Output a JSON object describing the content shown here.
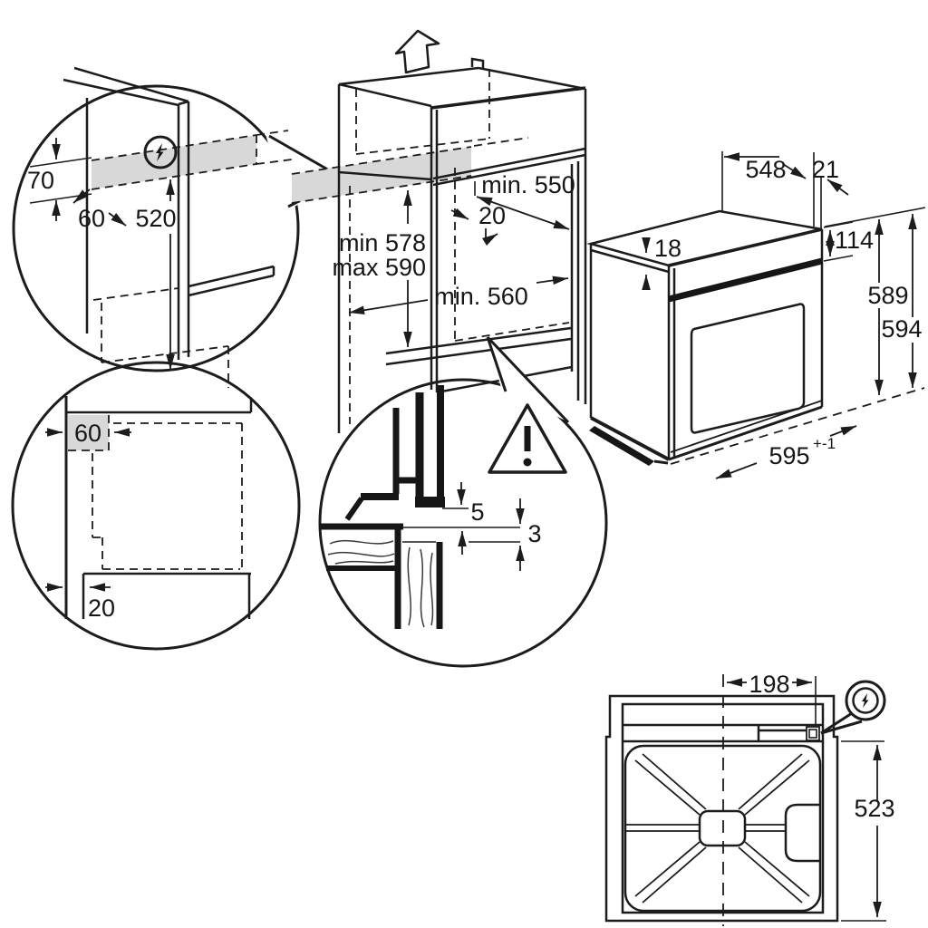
{
  "palette": {
    "line": "#1c1c1c",
    "shade": "#d8d8d8",
    "background": "#ffffff"
  },
  "detail_top_left": {
    "dim_70": "70",
    "dim_60": "60",
    "dim_520": "520"
  },
  "cabinet": {
    "dim_min_550": "min. 550",
    "dim_20": "20",
    "dim_min_578": "min 578",
    "dim_max_590": "max 590",
    "dim_min_560": "min. 560"
  },
  "oven": {
    "dim_548": "548",
    "dim_21": "21",
    "dim_18": "18",
    "dim_114": "114",
    "dim_589": "589",
    "dim_594": "594",
    "dim_595": "595",
    "dim_595_tolerance": "+-1"
  },
  "detail_bottom_left": {
    "dim_60": "60",
    "dim_20": "20"
  },
  "gap_detail": {
    "dim_5": "5",
    "dim_3": "3"
  },
  "top_view": {
    "dim_198": "198",
    "dim_523": "523"
  }
}
